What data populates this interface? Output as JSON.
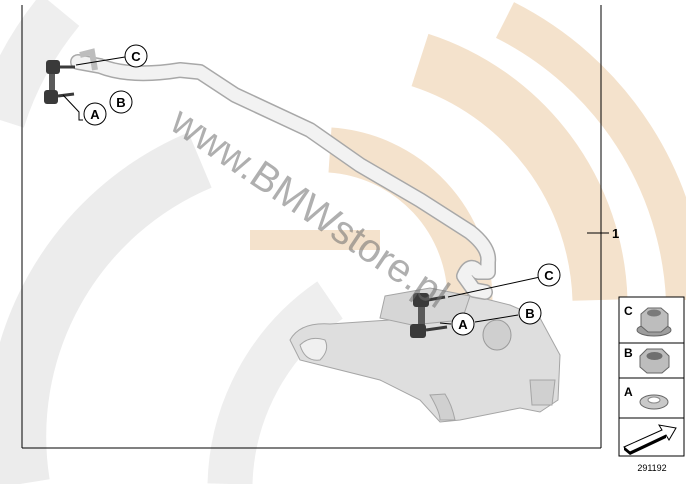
{
  "watermark": {
    "text": "www.BMWstore.pl"
  },
  "diagram_number": "291192",
  "part_callout": "1",
  "callouts": {
    "top_c": "C",
    "top_a": "A",
    "top_b": "B",
    "mid_c": "C",
    "mid_a": "A",
    "mid_b": "B"
  },
  "legend": [
    {
      "letter": "C",
      "icon": "nut-with-flange-icon"
    },
    {
      "letter": "B",
      "icon": "nut-icon"
    },
    {
      "letter": "A",
      "icon": "washer-icon"
    }
  ],
  "legend_arrow_icon": "arrow-icon",
  "colors": {
    "watermark_arc": "#f4e2cc",
    "watermark_grey": "#e9e9e9",
    "part_fill": "#dedede",
    "part_stroke": "#9a9a9a",
    "frame": "#000000"
  }
}
